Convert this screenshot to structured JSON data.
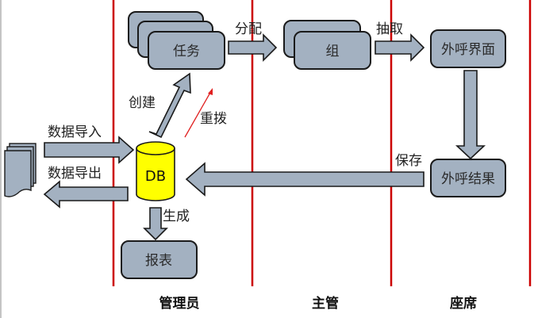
{
  "lanes": [
    {
      "title": "管理员"
    },
    {
      "title": "主管"
    },
    {
      "title": "座席"
    }
  ],
  "nodes": {
    "task": "任务",
    "group": "组",
    "call_ui": "外呼界面",
    "call_result": "外呼结果",
    "db": "DB",
    "report": "报表"
  },
  "edges": {
    "assign": "分配",
    "extract": "抽取",
    "create": "创建",
    "redial": "重拨",
    "import": "数据导入",
    "export": "数据导出",
    "save": "保存",
    "generate": "生成"
  },
  "colors": {
    "lane_line": "#cc0000",
    "box_fill": "#a3b1c1",
    "db_fill": "#ffff00",
    "redial_arrow": "#e02020"
  }
}
